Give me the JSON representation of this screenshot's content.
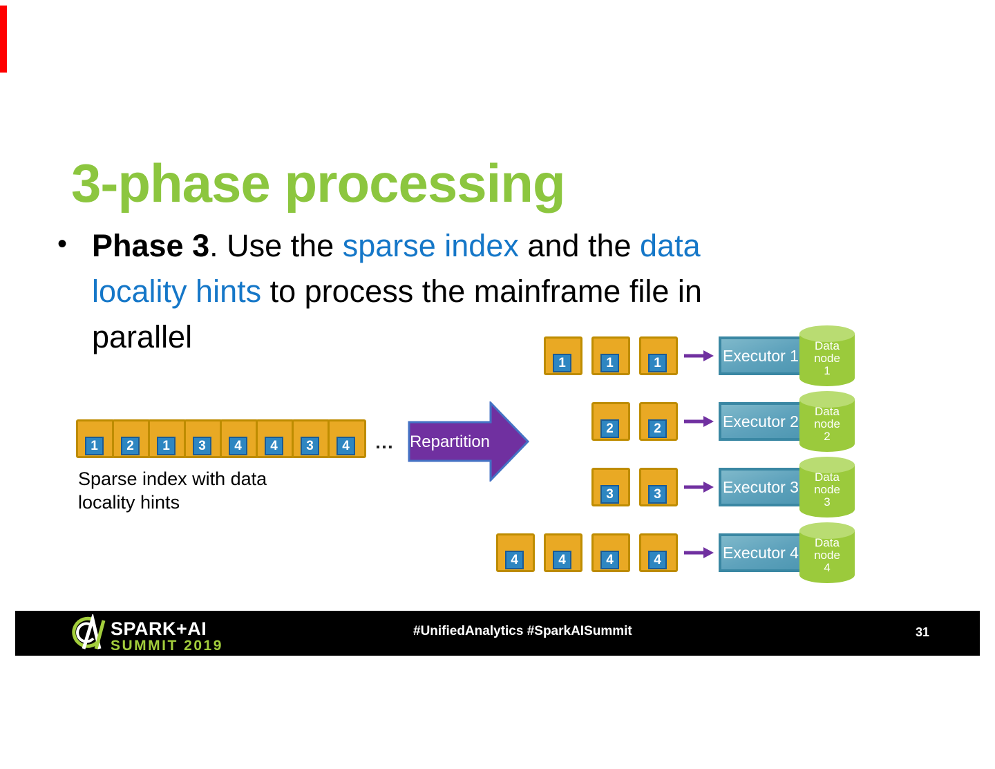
{
  "title": {
    "text": "3-phase processing"
  },
  "bullet": {
    "marker": "•",
    "line1": {
      "bold": "Phase 3",
      "mid1": ". Use the ",
      "blue1": "sparse index",
      "mid2": " and the ",
      "blue2": "data"
    },
    "line2": {
      "blue1": "locality hints",
      "rest": " to process the mainframe file in"
    },
    "line3": {
      "text": "parallel"
    }
  },
  "sparse_index": {
    "chunks": [
      "1",
      "2",
      "1",
      "3",
      "4",
      "4",
      "3",
      "4"
    ],
    "ellipsis": "…",
    "caption": "Sparse index with data\nlocality hints"
  },
  "repartition": {
    "label": "Repartition"
  },
  "rows": [
    {
      "chunks": [
        "1",
        "1",
        "1"
      ],
      "executor": "Executor 1",
      "node_label": "Data\nnode\n1"
    },
    {
      "chunks": [
        "2",
        "2"
      ],
      "executor": "Executor 2",
      "node_label": "Data\nnode\n2"
    },
    {
      "chunks": [
        "3",
        "3"
      ],
      "executor": "Executor 3",
      "node_label": "Data\nnode\n3"
    },
    {
      "chunks": [
        "4",
        "4",
        "4",
        "4"
      ],
      "executor": "Executor 4",
      "node_label": "Data\nnode\n4"
    }
  ],
  "footer": {
    "logo_line1": "SPARK+AI",
    "logo_line2": "SUMMIT 2019",
    "hashtags": "#UnifiedAnalytics #SparkAISummit",
    "page_number": "31"
  },
  "colors": {
    "title_green": "#8CC63F",
    "bullet_blue": "#1577C8",
    "chunk_fill": "#E9A924",
    "chunk_border": "#BE8C00",
    "chip_fill": "#2E86C1",
    "chip_border": "#1A5B96",
    "arrow_purple": "#7030A0",
    "arrow_outline_blue": "#4472C4",
    "executor_teal": "#5EA2BC",
    "executor_border": "#3A87A3",
    "datanode_green": "#9BCA3C",
    "datanode_top": "#B9DC72",
    "footer_bar": "#000000",
    "footer_green": "#A3CE3C",
    "red_marker": "#FF0000"
  }
}
